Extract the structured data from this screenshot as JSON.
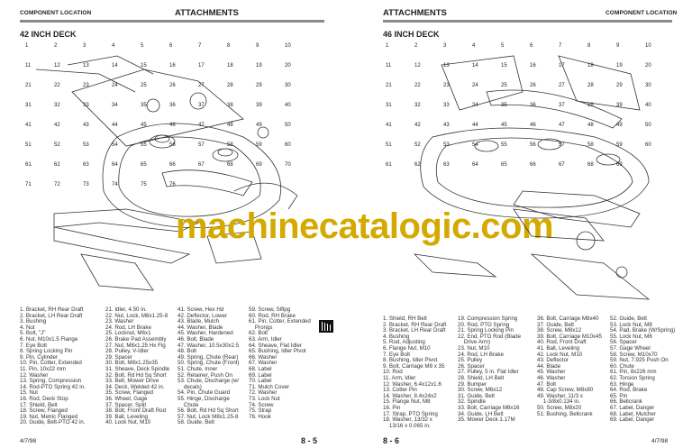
{
  "left_page": {
    "header_section": "COMPONENT LOCATION",
    "header_chapter": "ATTACHMENTS",
    "title": "42 INCH DECK",
    "callouts": [
      "1",
      "2",
      "3",
      "4",
      "5",
      "6",
      "7",
      "8",
      "9",
      "10",
      "11",
      "12",
      "13",
      "14",
      "15",
      "16",
      "17",
      "18",
      "19",
      "20",
      "21",
      "22",
      "23",
      "24",
      "25",
      "26",
      "27",
      "28",
      "29",
      "30",
      "31",
      "32",
      "33",
      "34",
      "35",
      "36",
      "37",
      "38",
      "39",
      "40",
      "41",
      "42",
      "43",
      "44",
      "45",
      "46",
      "47",
      "48",
      "49",
      "50",
      "51",
      "52",
      "53",
      "54",
      "55",
      "56",
      "57",
      "58",
      "59",
      "60",
      "61",
      "62",
      "63",
      "64",
      "65",
      "66",
      "67",
      "68",
      "69",
      "70",
      "71",
      "72",
      "73",
      "74",
      "75",
      "76"
    ],
    "parts_col1": [
      "1. Bracket, RH Rear Draft",
      "2. Bracket, LH Rear Draft",
      "3. Bushing",
      "4. Nut",
      "5. Bolt, \"J\"",
      "6. Nut, M10x1.5 Flange",
      "7. Eye Bolt",
      "8. Spring Locking Pin",
      "9. Pin, Cylinder",
      "10. Pin, Cotter, Extended",
      "11. Pin, 10x22 mm",
      "12. Washer",
      "13. Spring, Compression",
      "14. Rod-PTO Spring 42 in.",
      "15. Nut",
      "16. Rod, Deck Stop",
      "17. Shield, Belt",
      "18. Screw, Flanged",
      "19. Nut, Metric Flanged",
      "20. Guide, Belt-PTO 42 in."
    ],
    "parts_col2": [
      "21. Idler, 4.50 in.",
      "22. Nut, Lock, M8x1.25-8",
      "23. Washer",
      "24. Rod, LH Brake",
      "25. Locknut, M6x1",
      "26. Brake Pad Assembly",
      "27. Nut, M8x1.25 Hx Flg",
      "28. Pulley, V-Idler",
      "29. Spacer",
      "30. Bolt, M8x1.25x35",
      "31. Sheave, Deck Spindle",
      "32. Bolt, Rd Hd Sq Short",
      "33. Belt, Mower Drive",
      "34. Deck, Welded 42 in.",
      "35. Screw, Flanged",
      "36. Wheel, Gage",
      "37. Spacer, Split",
      "38. Bolt, Front Draft Rod",
      "39. Ball, Leveling",
      "40. Lock Nut, M10"
    ],
    "parts_col3": [
      "41. Screw, Hex Hd",
      "42. Deflector, Lower",
      "43. Blade, Mulch",
      "44. Washer, Blade",
      "45. Washer, Hardened",
      "46. Bolt, Blade",
      "47. Washer, 10.5x30x2.5",
      "48. Bolt",
      "49. Spring, Chute (Rear)",
      "50. Spring, Chute (Front)",
      "51. Chute, Inner",
      "52. Retainer, Push On",
      "53. Chute, Discharge (w/\n    decals)",
      "54. Pin, Chute Guard",
      "55. Hinge, Discharge\n    Chute",
      "56. Bolt, Rd Hd Sq Short",
      "57. Nut, Lock M8x1.25-8",
      "58. Guide, Belt"
    ],
    "parts_col4": [
      "59. Screw, Slflpg",
      "60. Rod, RH Brake",
      "61. Pin, Cotter, Extended\n    Prongs",
      "62. Bolt",
      "63. Arm, Idler",
      "64. Sheave, Flat Idler",
      "65. Bushing, Idler Pivot",
      "66. Washer",
      "67. Washer",
      "68. Label",
      "69. Label",
      "70. Label",
      "71. Mulch Cover",
      "72. Washer",
      "73. Lock Nut",
      "74. Screw",
      "75. Strap",
      "76. Hook"
    ],
    "footer_date": "4/7/98",
    "page_number": "8 - 5"
  },
  "right_page": {
    "header_chapter": "ATTACHMENTS",
    "header_section": "COMPONENT LOCATION",
    "title": "46 INCH DECK",
    "callouts": [
      "1",
      "2",
      "3",
      "4",
      "5",
      "6",
      "7",
      "8",
      "9",
      "10",
      "11",
      "12",
      "13",
      "14",
      "15",
      "16",
      "17",
      "18",
      "19",
      "20",
      "21",
      "22",
      "23",
      "24",
      "25",
      "26",
      "27",
      "28",
      "29",
      "30",
      "31",
      "32",
      "33",
      "34",
      "35",
      "36",
      "37",
      "38",
      "39",
      "40",
      "41",
      "42",
      "43",
      "44",
      "45",
      "46",
      "47",
      "48",
      "49",
      "50",
      "51",
      "52",
      "53",
      "54",
      "55",
      "56",
      "57",
      "58",
      "59",
      "60",
      "61",
      "62",
      "63",
      "64",
      "65",
      "66",
      "67",
      "68",
      "69"
    ],
    "parts_col1": [
      "1. Shield, RH Belt",
      "2. Bracket, RH Rear Draft",
      "3. Bracket, LH Rear Draft",
      "4. Bushing",
      "5. Rod, Adjusting",
      "6. Flange Nut, M10",
      "7. Eye Bolt",
      "8. Bushing, Idler Pivot",
      "9. Bolt, Carriage M8 x 35",
      "10. Rod",
      "11. Arm, Idler",
      "12. Washer, 6.4x12x1.6",
      "13. Cotter Pin",
      "14. Washer, 8.4x24x2",
      "15. Flange Nut, M8",
      "16. Pin",
      "17. Strap, PTO Spring",
      "18. Washer, 13/32 x\n    13/16 x 0.065 in."
    ],
    "parts_col2": [
      "19. Compression Spring",
      "20. Rod, PTO Spring",
      "21. Spring Locking Pin",
      "22. End, PTO Rod (Blade\n    Drive Arm)",
      "23. Nut, M10",
      "24. Rod, LH Brake",
      "25. Pulley",
      "26. Spacer",
      "27. Pulley, 5 in. Flat Idler",
      "28. Shield, LH Belt",
      "29. Bumper",
      "30. Screw, M6x12",
      "31. Guide, Belt",
      "32. Spindle",
      "33. Bolt, Carriage M8x16",
      "34. Guide, LH Belt",
      "35. Mower Deck 1.17M"
    ],
    "parts_col3": [
      "36. Bolt, Carriage M8x40",
      "37. Guide, Belt",
      "38. Screw, M8x12",
      "39. Bolt, Carriage M10x45",
      "40. Rod, Front Draft",
      "41. Ball, Leveling",
      "42. Lock Nut, M10",
      "43. Deflector",
      "44. Blade",
      "45. Washer",
      "46. Washer",
      "47. Bolt",
      "48. Cap Screw, M8x80",
      "49. Washer, 11/3 x\n    1-3/8x0.134 in.",
      "50. Screw, M8x20",
      "51. Bushing, Bellcrank"
    ],
    "parts_col4": [
      "52. Guide, Belt",
      "53. Lock Nut, M8",
      "54. Pad, Brake (W/Spring)",
      "55. Lock Nut, M6",
      "56. Spacer",
      "57. Gage Wheel",
      "58. Screw, M10x70",
      "59. Nut, 7.925 Push On",
      "60. Chute",
      "61. Pin, 8x226 mm",
      "62. Torsion Spring",
      "63. Hinge",
      "64. Rod, Brake",
      "65. Pin",
      "66. Bellcrank",
      "67. Label, Danger",
      "68. Label, Mulcher",
      "69. Label, Danger"
    ],
    "footer_date": "4/7/98",
    "page_number": "8 - 6"
  },
  "watermark": "machinecatalogic.com",
  "colors": {
    "watermark": "#d4a900",
    "rule": "#8a8a8a",
    "ink": "#222222"
  },
  "icons": {
    "manual_icon": "book-spiral-icon"
  }
}
